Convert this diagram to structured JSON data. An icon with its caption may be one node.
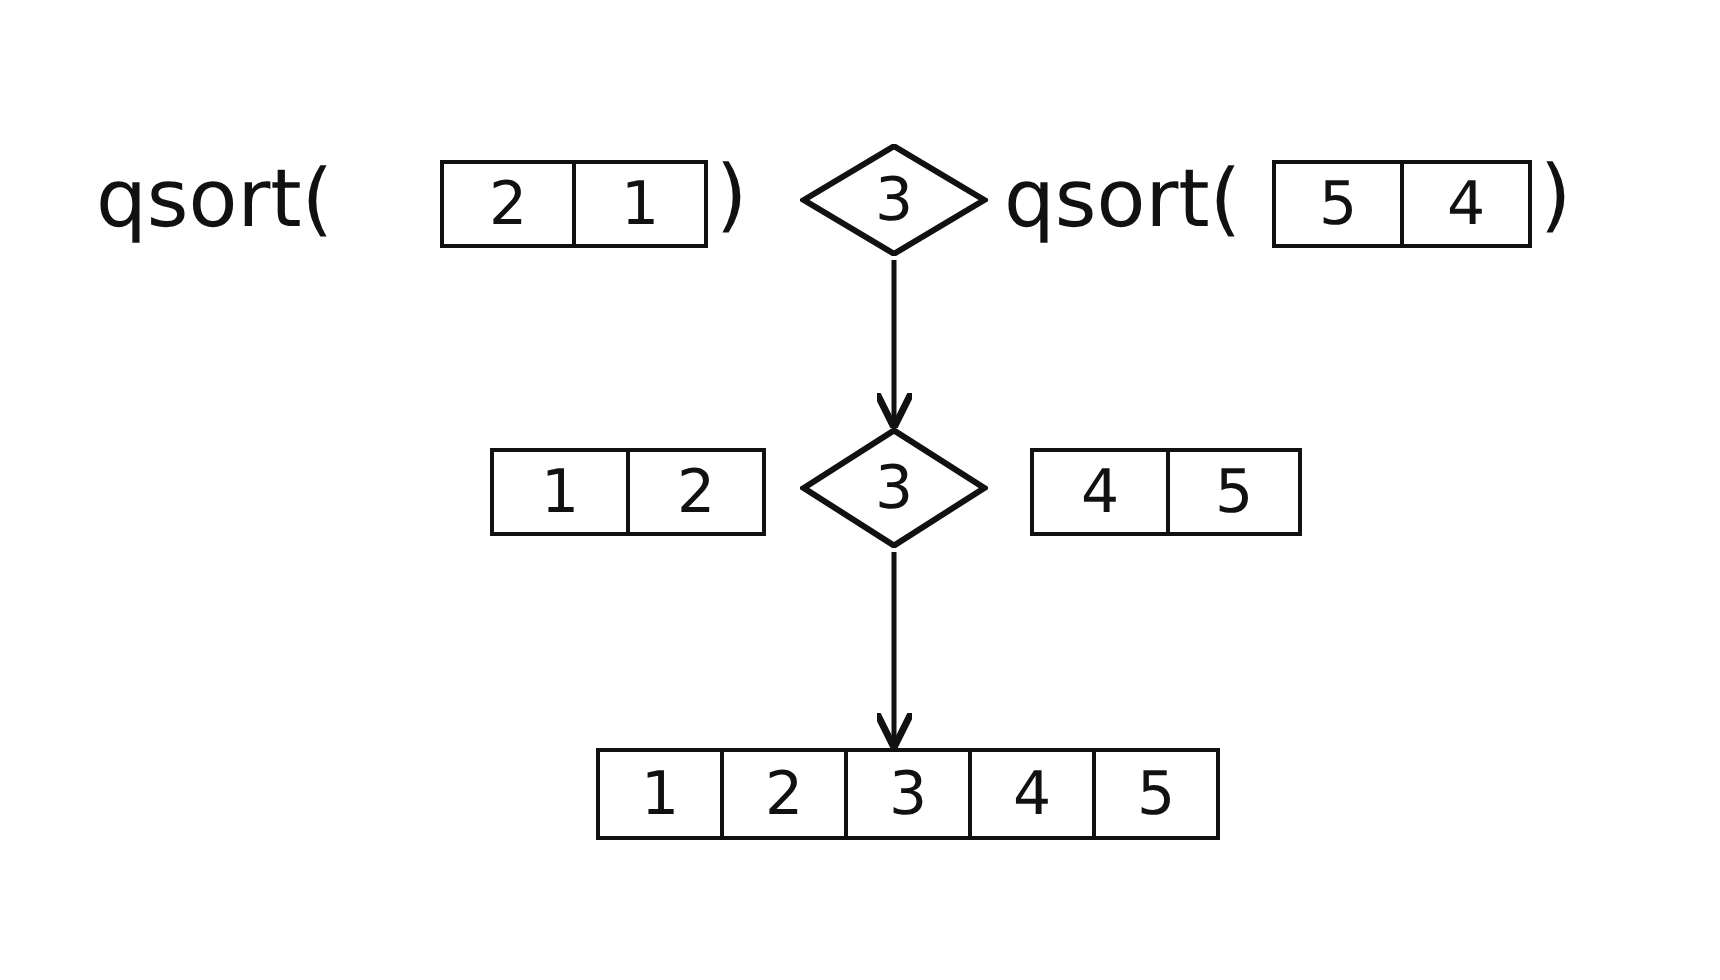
{
  "diagram": {
    "nodes": [
      {
        "text": [
          "2"
        ]
      },
      {
        "text": [
          "1"
        ]
      },
      {
        "text": [
          "3"
        ]
      },
      {
        "text": [
          "5"
        ]
      },
      {
        "text": [
          "4"
        ]
      },
      {
        "text": [
          "1"
        ]
      },
      {
        "text": [
          "2"
        ]
      },
      {
        "text": [
          "3"
        ]
      },
      {
        "text": [
          "4"
        ]
      },
      {
        "text": [
          "5"
        ]
      },
      {
        "text": [
          "1"
        ]
      },
      {
        "text": [
          "2"
        ]
      },
      {
        "text": [
          "3"
        ]
      },
      {
        "text": [
          "4"
        ]
      },
      {
        "text": [
          "5"
        ]
      }
    ],
    "edges": [
      {
        "from": 2,
        "to": 7,
        "arrow": "to"
      },
      {
        "from": 7,
        "to": 12,
        "arrow": "to"
      }
    ],
    "labels": [
      "qsort(",
      ")",
      "qsort(",
      ")"
    ]
  }
}
